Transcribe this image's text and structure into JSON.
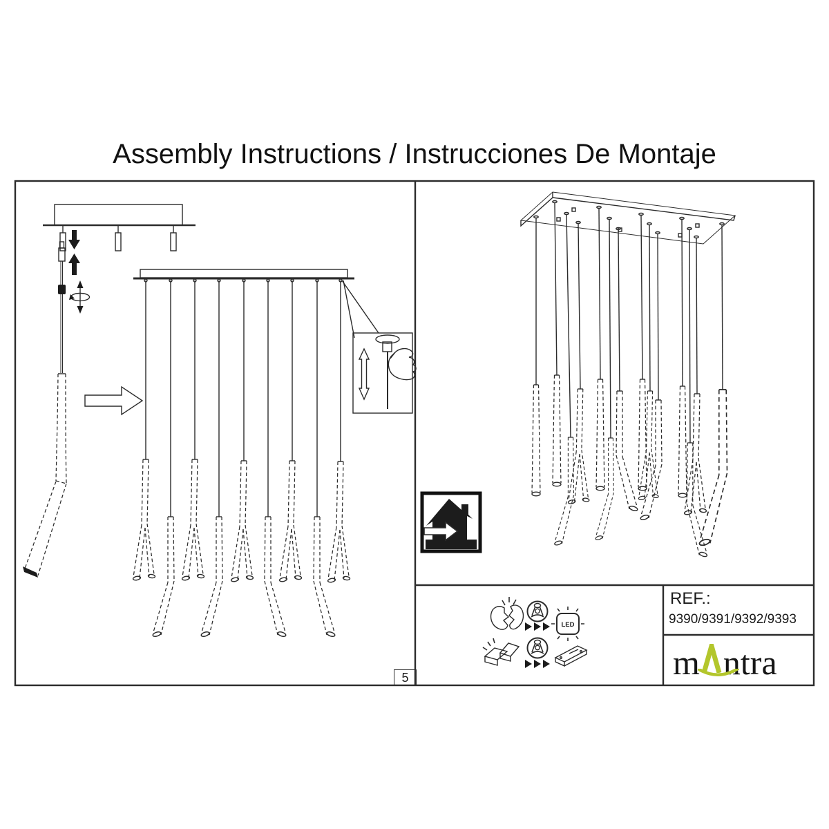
{
  "title": "Assembly Instructions / Instrucciones De Montaje",
  "page_number": "5",
  "ref_box": {
    "label": "REF.:",
    "numbers": "9390/9391/9392/9393"
  },
  "brand": {
    "part1": "m",
    "part2": "ntra",
    "accent_color": "#b3c62c"
  },
  "led_icon_label": "LED",
  "icons": {
    "indoor_use": "house-with-arrow (indoor use only)",
    "row1": [
      "broken-led-icon",
      "qualified-person-icon",
      "triple-arrow-icon",
      "led-icon"
    ],
    "row2": [
      "broken-driver-icon",
      "qualified-person-icon",
      "triple-arrow-icon",
      "led-driver-icon"
    ],
    "left_panel": [
      "down-arrow-icon",
      "up-arrow-icon",
      "rotate-icon",
      "big-right-arrow-icon",
      "height-adjust-hand-inset"
    ]
  },
  "colors": {
    "line": "#2b2b2b",
    "background": "#ffffff"
  }
}
